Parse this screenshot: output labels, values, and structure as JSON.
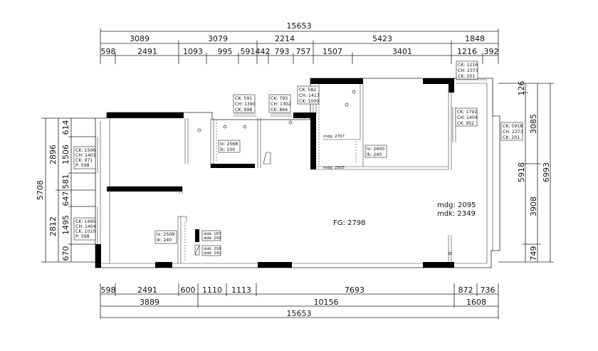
{
  "dimensions": {
    "top_total": "15653",
    "top_mid": [
      "3089",
      "3079",
      "2214",
      "5423",
      "1848"
    ],
    "top_fine": [
      "598",
      "2491",
      "1093",
      "995",
      "591",
      "442",
      "793",
      "757",
      "1507",
      "3401",
      "1216",
      "392"
    ],
    "bottom_fine": [
      "598",
      "2491",
      "600",
      "1110",
      "1113",
      "7693",
      "872",
      "736"
    ],
    "bottom_mid": [
      "3889",
      "10156",
      "1608"
    ],
    "bottom_total": "15653",
    "left_total": "5708",
    "left_mid": [
      "2896",
      "2812"
    ],
    "left_fine": [
      "614",
      "1506",
      "581",
      "647",
      "1495",
      "670"
    ],
    "right_total": "6993",
    "right_mid": [
      "3085",
      "5918",
      "3908",
      "749"
    ],
    "right_small": "126"
  },
  "window_notes": {
    "w_top_right": [
      "CK: 1216",
      "CH: 2373",
      "CK: 201"
    ],
    "w_top_bath": [
      "CK: 582",
      "CH: 1417",
      "CK: 1000"
    ],
    "w_top_a": [
      "CK: 591",
      "CH: 1390",
      "CK: 998"
    ],
    "w_top_b": [
      "CK: 793",
      "CH: 1302",
      "CK: 864"
    ],
    "w_right_inner": [
      "CK: 1791",
      "CH: 1404",
      "CK: 952"
    ],
    "w_right_outer": [
      "CK: 5918",
      "CH: 2373",
      "CK: 201"
    ],
    "w_left_upper": [
      "CK: 1506",
      "CH: 1401",
      "CK: 971",
      "P: 598"
    ],
    "w_left_lower": [
      "CK: 1495",
      "CH: 1404",
      "CK: 1010",
      "P: 598"
    ]
  },
  "door_notes": {
    "d_a": [
      "lx: 2568",
      "lk: 100"
    ],
    "d_b": [
      "lx: 2600",
      "lk: 240"
    ],
    "d_c": [
      "lx: 2508",
      "lk: 240"
    ],
    "d_d": [
      "ddd: 187",
      "ddd: 258"
    ],
    "d_e": [
      "ddd: 258",
      "ddd: 240"
    ]
  },
  "labels": {
    "mdg_a": "mdg: 2767",
    "mdg_b": "mdg: 2505",
    "fg": "FG: 2798",
    "mdg_c": "mdg: 2095",
    "mdk": "mdk: 2349"
  }
}
